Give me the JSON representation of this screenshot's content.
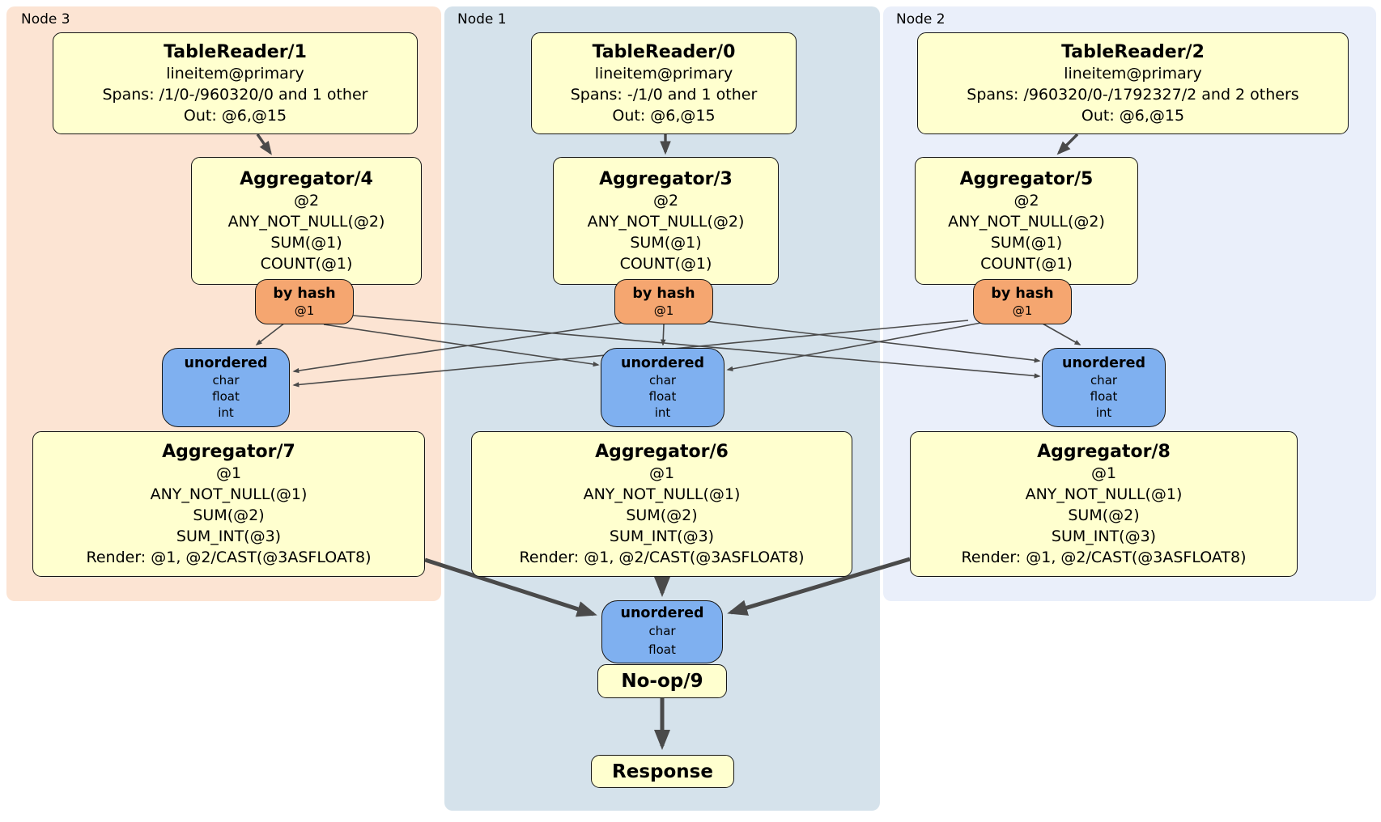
{
  "panels": [
    {
      "label": "Node 3",
      "table_reader": {
        "title": "TableReader/1",
        "lines": [
          "lineitem@primary",
          "Spans: /1/0-/960320/0 and 1 other",
          "Out: @6,@15"
        ]
      },
      "pre_aggregator": {
        "title": "Aggregator/4",
        "lines": [
          "@2",
          "ANY_NOT_NULL(@2)",
          "SUM(@1)",
          "COUNT(@1)"
        ]
      },
      "router": {
        "title": "by hash",
        "lines": [
          "@1"
        ]
      },
      "sync": {
        "title": "unordered",
        "lines": [
          "char",
          "float",
          "int"
        ]
      },
      "post_aggregator": {
        "title": "Aggregator/7",
        "lines": [
          "@1",
          "ANY_NOT_NULL(@1)",
          "SUM(@2)",
          "SUM_INT(@3)",
          "Render: @1, @2/CAST(@3ASFLOAT8)"
        ]
      }
    },
    {
      "label": "Node 1",
      "table_reader": {
        "title": "TableReader/0",
        "lines": [
          "lineitem@primary",
          "Spans: -/1/0 and 1 other",
          "Out: @6,@15"
        ]
      },
      "pre_aggregator": {
        "title": "Aggregator/3",
        "lines": [
          "@2",
          "ANY_NOT_NULL(@2)",
          "SUM(@1)",
          "COUNT(@1)"
        ]
      },
      "router": {
        "title": "by hash",
        "lines": [
          "@1"
        ]
      },
      "sync": {
        "title": "unordered",
        "lines": [
          "char",
          "float",
          "int"
        ]
      },
      "post_aggregator": {
        "title": "Aggregator/6",
        "lines": [
          "@1",
          "ANY_NOT_NULL(@1)",
          "SUM(@2)",
          "SUM_INT(@3)",
          "Render: @1, @2/CAST(@3ASFLOAT8)"
        ]
      }
    },
    {
      "label": "Node 2",
      "table_reader": {
        "title": "TableReader/2",
        "lines": [
          "lineitem@primary",
          "Spans: /960320/0-/1792327/2 and 2 others",
          "Out: @6,@15"
        ]
      },
      "pre_aggregator": {
        "title": "Aggregator/5",
        "lines": [
          "@2",
          "ANY_NOT_NULL(@2)",
          "SUM(@1)",
          "COUNT(@1)"
        ]
      },
      "router": {
        "title": "by hash",
        "lines": [
          "@1"
        ]
      },
      "sync": {
        "title": "unordered",
        "lines": [
          "char",
          "float",
          "int"
        ]
      },
      "post_aggregator": {
        "title": "Aggregator/8",
        "lines": [
          "@1",
          "ANY_NOT_NULL(@1)",
          "SUM(@2)",
          "SUM_INT(@3)",
          "Render: @1, @2/CAST(@3ASFLOAT8)"
        ]
      }
    }
  ],
  "final_chain": {
    "sync": {
      "title": "unordered",
      "lines": [
        "char",
        "float"
      ]
    },
    "noop": {
      "title": "No-op/9"
    },
    "response": {
      "title": "Response"
    }
  },
  "colors": {
    "panel_node3": "#fce4d3",
    "panel_node1": "#d5e2eb",
    "panel_node2": "#eaeffa",
    "processor_box": "#ffffcf",
    "hash_router": "#f5a670",
    "unordered_sync": "#7fb0f0",
    "edge": "#4a4a4a"
  }
}
